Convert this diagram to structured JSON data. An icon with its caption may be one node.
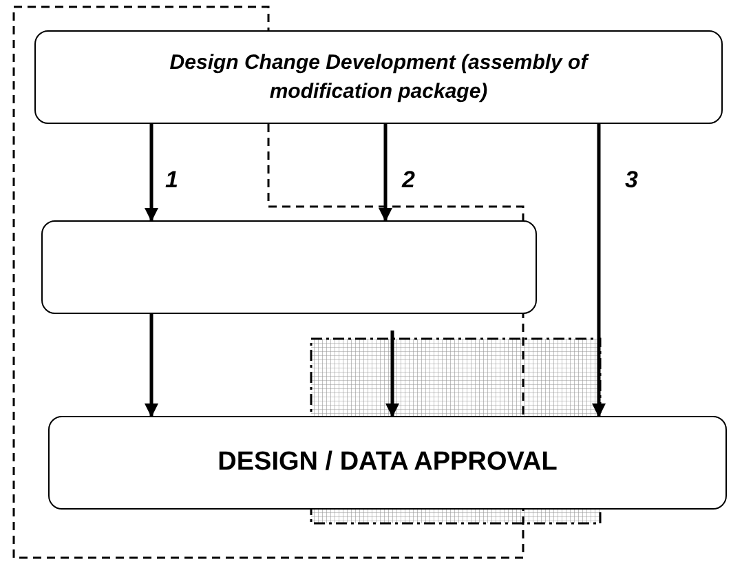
{
  "diagram": {
    "nodes": [
      {
        "text": [
          "Design Change Development (assembly of modification package)"
        ]
      },
      {
        "text": [],
        "shape": "box"
      },
      {
        "text": [
          "DESIGN / DATA APPROVAL"
        ]
      }
    ],
    "edges": [
      {
        "from": 0,
        "to": 1,
        "arrow": "to",
        "label": "1"
      },
      {
        "from": 0,
        "to": 1,
        "arrow": "to",
        "label": "2"
      },
      {
        "from": 0,
        "to": 2,
        "arrow": "to",
        "label": "3"
      },
      {
        "from": 1,
        "to": 2,
        "arrow": "to"
      },
      {
        "from": 1,
        "to": 2,
        "arrow": "to"
      }
    ]
  }
}
